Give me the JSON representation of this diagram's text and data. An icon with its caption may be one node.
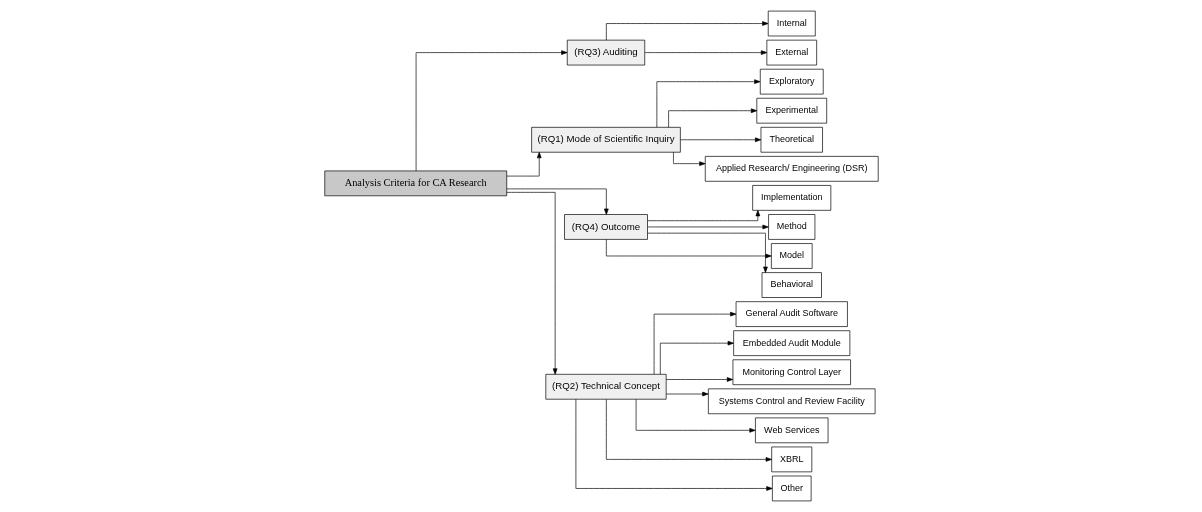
{
  "diagram": {
    "nodes": [
      {
        "text": [
          "Analysis Criteria for CA Research"
        ]
      },
      {
        "text": [
          "(RQ3) Auditing"
        ]
      },
      {
        "text": [
          "Internal"
        ]
      },
      {
        "text": [
          "External"
        ]
      },
      {
        "text": [
          "(RQ1) Mode of Scientific Inquiry"
        ]
      },
      {
        "text": [
          "Exploratory"
        ]
      },
      {
        "text": [
          "Experimental"
        ]
      },
      {
        "text": [
          "Theoretical"
        ]
      },
      {
        "text": [
          "Applied Research/ Engineering (DSR)"
        ]
      },
      {
        "text": [
          "(RQ4) Outcome"
        ]
      },
      {
        "text": [
          "Implementation"
        ]
      },
      {
        "text": [
          "Method"
        ]
      },
      {
        "text": [
          "Model"
        ]
      },
      {
        "text": [
          "Behavioral"
        ]
      },
      {
        "text": [
          "(RQ2) Technical Concept"
        ]
      },
      {
        "text": [
          "General Audit Software"
        ]
      },
      {
        "text": [
          "Embedded Audit Module"
        ]
      },
      {
        "text": [
          "Monitoring Control Layer"
        ]
      },
      {
        "text": [
          "Systems Control and Review Facility"
        ]
      },
      {
        "text": [
          "Web Services"
        ]
      },
      {
        "text": [
          "XBRL"
        ]
      },
      {
        "text": [
          "Other"
        ]
      }
    ],
    "edges": [
      {
        "from": 0,
        "to": 1,
        "arrow": "to"
      },
      {
        "from": 1,
        "to": 2,
        "arrow": "to"
      },
      {
        "from": 1,
        "to": 3,
        "arrow": "to"
      },
      {
        "from": 0,
        "to": 4,
        "arrow": "to"
      },
      {
        "from": 4,
        "to": 5,
        "arrow": "to"
      },
      {
        "from": 4,
        "to": 6,
        "arrow": "to"
      },
      {
        "from": 4,
        "to": 7,
        "arrow": "to"
      },
      {
        "from": 4,
        "to": 8,
        "arrow": "to"
      },
      {
        "from": 0,
        "to": 9,
        "arrow": "to"
      },
      {
        "from": 9,
        "to": 10,
        "arrow": "to"
      },
      {
        "from": 9,
        "to": 11,
        "arrow": "to"
      },
      {
        "from": 9,
        "to": 12,
        "arrow": "to"
      },
      {
        "from": 9,
        "to": 13,
        "arrow": "to"
      },
      {
        "from": 0,
        "to": 14,
        "arrow": "to"
      },
      {
        "from": 14,
        "to": 15,
        "arrow": "to"
      },
      {
        "from": 14,
        "to": 16,
        "arrow": "to"
      },
      {
        "from": 14,
        "to": 17,
        "arrow": "to"
      },
      {
        "from": 14,
        "to": 18,
        "arrow": "to"
      },
      {
        "from": 14,
        "to": 19,
        "arrow": "to"
      },
      {
        "from": 14,
        "to": 20,
        "arrow": "to"
      },
      {
        "from": 14,
        "to": 21,
        "arrow": "to"
      }
    ]
  }
}
